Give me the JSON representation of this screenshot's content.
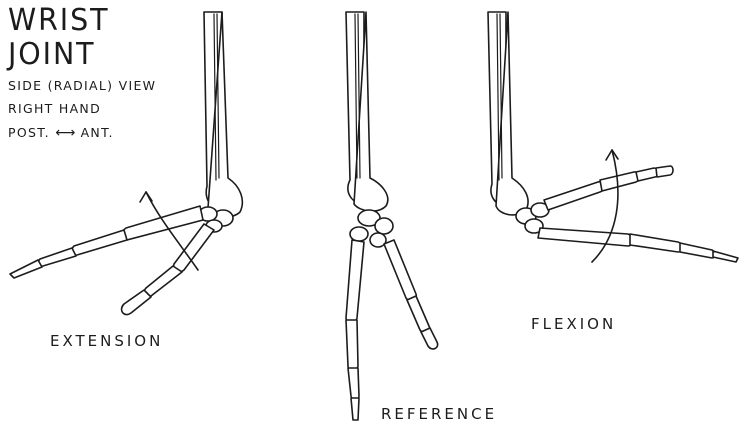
{
  "title": {
    "line1": "WRIST",
    "line2": "JOINT"
  },
  "subtitle": {
    "line1": "SIDE (RADIAL) VIEW",
    "line2": "RIGHT HAND",
    "line3_left": "POST.",
    "line3_arrow": "⟷",
    "line3_right": "ANT."
  },
  "captions": {
    "extension": "EXTENSION",
    "reference": "REFERENCE",
    "flexion": "FLEXION"
  },
  "colors": {
    "ink": "#1c1c1c",
    "paper": "#ffffff"
  }
}
